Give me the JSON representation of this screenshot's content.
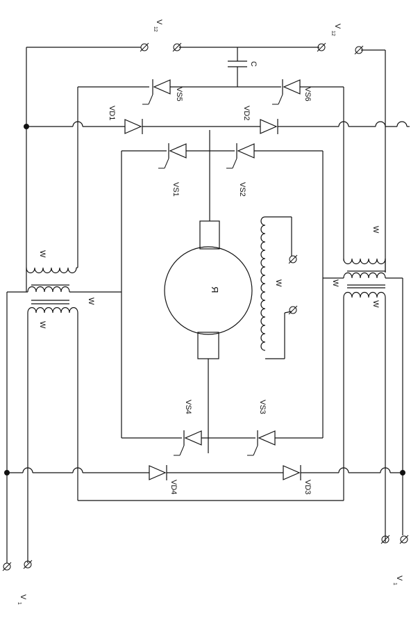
{
  "labels": {
    "vd1": "VD1",
    "vd2": "VD2",
    "vd3": "VD3",
    "vd4": "VD4",
    "vs1": "VS1",
    "vs2": "VS2",
    "vs3": "VS3",
    "vs4": "VS4",
    "vs5": "VS5",
    "vs6": "VS6",
    "cap": "C",
    "motor": "Я",
    "w_main": "W",
    "w_sub": "",
    "v_main": "V",
    "v_sub_top_left": "12",
    "v_sub_top_right": "12",
    "v_sub_bottom": "1"
  }
}
